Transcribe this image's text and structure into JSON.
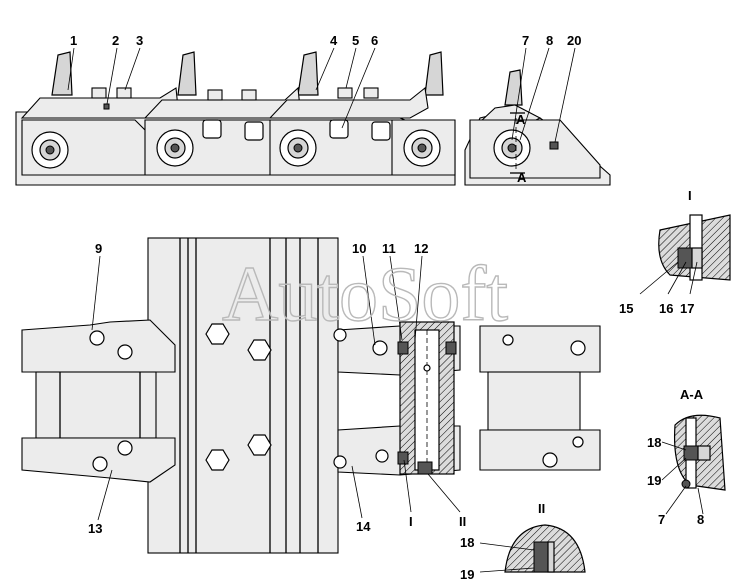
{
  "watermark": "AutoSoft",
  "callouts_top": [
    "1",
    "2",
    "3",
    "4",
    "5",
    "6",
    "7",
    "8",
    "20"
  ],
  "section_A_mark": "A",
  "callouts_left": [
    "9",
    "13"
  ],
  "callouts_mid": [
    "10",
    "11",
    "12",
    "14"
  ],
  "roman_marks": [
    "I",
    "II"
  ],
  "detail_I": {
    "title": "I",
    "labels": [
      "15",
      "16",
      "17"
    ]
  },
  "detail_AA": {
    "title": "A-A",
    "labels": [
      "18",
      "19",
      "7",
      "8"
    ]
  },
  "detail_II": {
    "title": "II",
    "labels": [
      "18",
      "19"
    ]
  }
}
